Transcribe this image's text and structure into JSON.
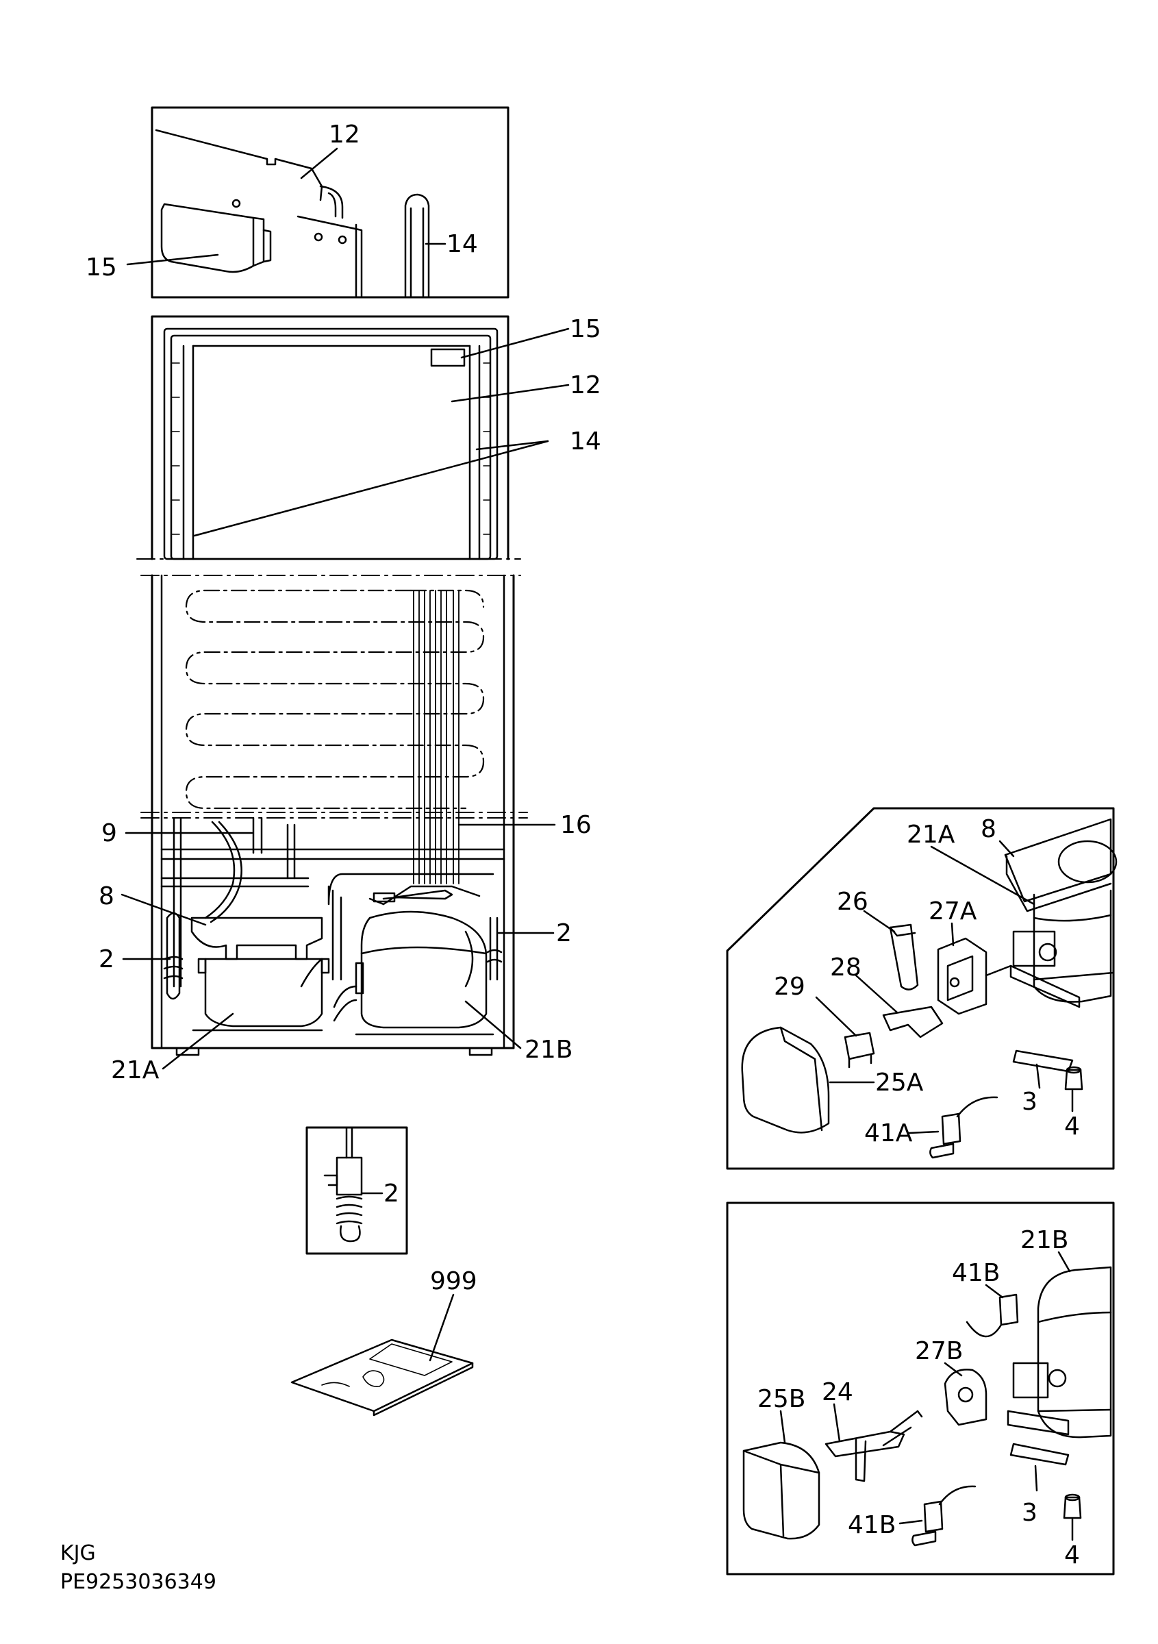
{
  "labels": {
    "detail_top_12": "12",
    "detail_top_15": "15",
    "detail_top_14": "14",
    "door_15": "15",
    "door_12": "12",
    "door_14": "14",
    "cab_9": "9",
    "cab_16": "16",
    "cab_8": "8",
    "cab_2_left": "2",
    "cab_2_right": "2",
    "cab_21A": "21A",
    "cab_21B": "21B",
    "detail_2": "2",
    "manual_999": "999",
    "kitA_21A": "21A",
    "kitA_8": "8",
    "kitA_26": "26",
    "kitA_27A": "27A",
    "kitA_28": "28",
    "kitA_29": "29",
    "kitA_25A": "25A",
    "kitA_3": "3",
    "kitA_4": "4",
    "kitA_41A": "41A",
    "kitB_21B": "21B",
    "kitB_41B_top": "41B",
    "kitB_27B": "27B",
    "kitB_25B": "25B",
    "kitB_24": "24",
    "kitB_3": "3",
    "kitB_4": "4",
    "kitB_41B_bottom": "41B"
  },
  "footer": {
    "code": "KJG",
    "part_number": "PE9253036349"
  }
}
